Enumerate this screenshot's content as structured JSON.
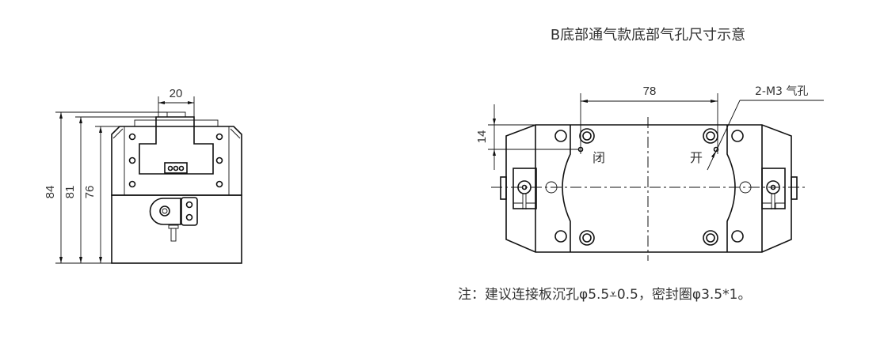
{
  "front_view": {
    "dimensions": {
      "height_total": "84",
      "height_mid": "81",
      "height_body": "76",
      "width_top": "20"
    }
  },
  "bottom_view": {
    "title": "B底部通气款底部气孔尺寸示意",
    "dimensions": {
      "hole_spacing": "78",
      "hole_offset": "14"
    },
    "callout": "2-M3 气孔",
    "label_close": "闭",
    "label_open": "开",
    "note": "注：建议连接板沉孔φ5.5⩡0.5，密封圈φ3.5*1。"
  }
}
